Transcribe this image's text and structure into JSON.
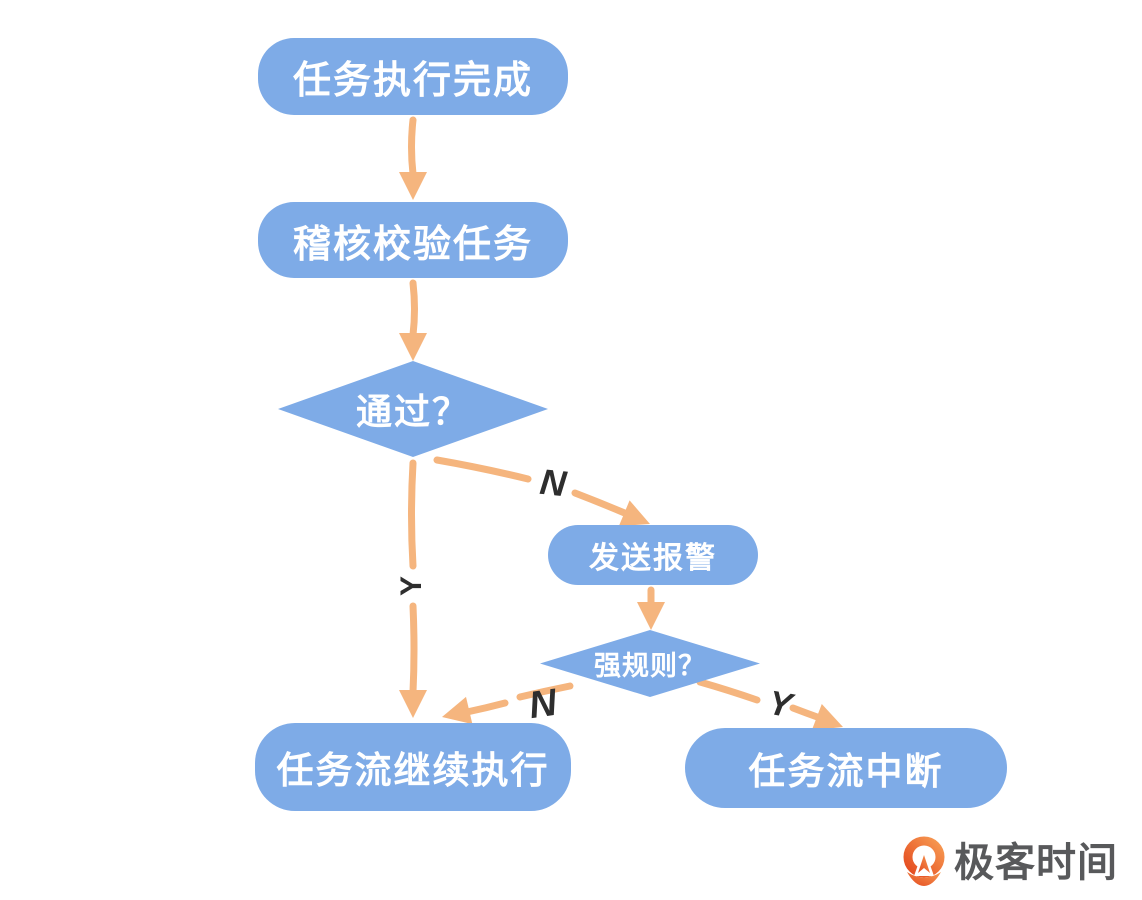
{
  "flowchart": {
    "nodes": {
      "start": {
        "label": "任务执行完成",
        "shape": "rounded"
      },
      "audit": {
        "label": "稽核校验任务",
        "shape": "rounded"
      },
      "pass": {
        "label": "通过？",
        "shape": "diamond"
      },
      "alert": {
        "label": "发送报警",
        "shape": "rounded"
      },
      "strong_rule": {
        "label": "强规则？",
        "shape": "diamond"
      },
      "continue": {
        "label": "任务流继续执行",
        "shape": "rounded"
      },
      "interrupt": {
        "label": "任务流中断",
        "shape": "rounded"
      }
    },
    "edge_labels": {
      "pass_yes": "Y",
      "pass_no": "N",
      "strong_rule_no": "N",
      "strong_rule_yes": "Y"
    },
    "edges": [
      {
        "from": "start",
        "to": "audit"
      },
      {
        "from": "audit",
        "to": "pass"
      },
      {
        "from": "pass",
        "to": "continue",
        "label": "Y"
      },
      {
        "from": "pass",
        "to": "alert",
        "label": "N"
      },
      {
        "from": "alert",
        "to": "strong_rule"
      },
      {
        "from": "strong_rule",
        "to": "continue",
        "label": "N"
      },
      {
        "from": "strong_rule",
        "to": "interrupt",
        "label": "Y"
      }
    ]
  },
  "branding": {
    "logo_text": "极客时间"
  },
  "colors": {
    "node_fill": "#7EABE7",
    "node_text": "#FFFFFF",
    "arrow": "#F5B57E",
    "edge_label": "#2E2E2E",
    "logo_orange_dark": "#E44A1F",
    "logo_orange_light": "#F79A52",
    "logo_text_color": "#58595B",
    "background": "#FFFFFF"
  }
}
